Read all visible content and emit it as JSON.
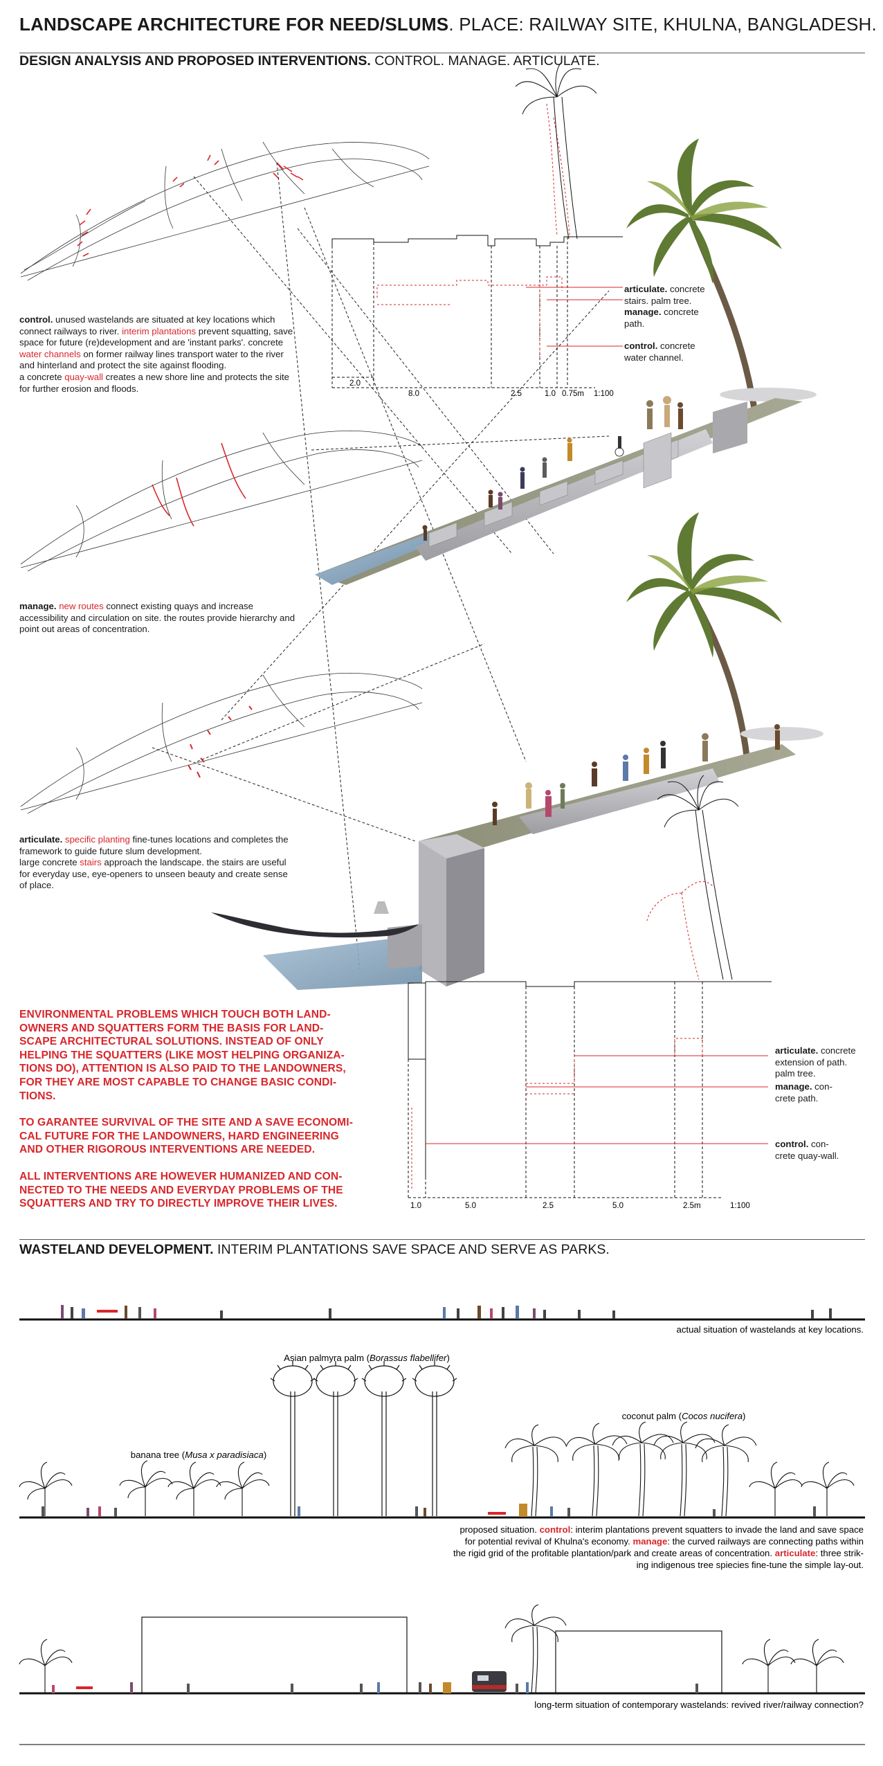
{
  "header": {
    "title_bold": "LANDSCAPE ARCHITECTURE FOR NEED/SLUMS",
    "title_rest": ". PLACE: RAILWAY SITE, KHULNA, BANGLADESH.",
    "subtitle_bold": "DESIGN ANALYSIS AND PROPOSED INTERVENTIONS.",
    "subtitle_rest": " CONTROL. MANAGE. ARTICULATE."
  },
  "control_text": {
    "k": "control.",
    "a": " unused wastelands are situated at key locations which connect railways to river. ",
    "r1": "interim plantations",
    "b": " prevent squatting, save space for future (re)development and are 'instant parks'. concrete ",
    "r2": "water channels",
    "c": " on former railway lines transport water to the river and hinterland and protect the site against flooding.",
    "d": "a concrete ",
    "r3": "quay-wall",
    "e": " creates a new shore line and protects the site for further erosion and floods."
  },
  "manage_text": {
    "k": "manage.",
    "r1": "new routes",
    "a": " connect existing quays and increase accessibility and circulation on site. the routes provide hierarchy and point out areas of concentration."
  },
  "articulate_text": {
    "k": "articulate.",
    "r1": "specific planting",
    "a": " fine-tunes locations and completes the framework to guide future slum development.",
    "b": "large concrete ",
    "r2": "stairs",
    "c": " approach the landscape. the stairs are useful for everyday use, eye-openers to unseen beauty and create sense of place."
  },
  "section1": {
    "articulate_k": "articulate.",
    "articulate_a": " concrete",
    "articulate_b": "stairs. palm tree.",
    "manage_k": "manage.",
    "manage_a": " concrete",
    "manage_b": "path.",
    "control_k": "control.",
    "control_a": " concrete",
    "control_b": "water channel.",
    "dims": [
      "2.0",
      "8.0",
      "2.5",
      "1.0",
      "0.75m",
      "1:100"
    ]
  },
  "section2": {
    "articulate_k": "articulate.",
    "articulate_a": " concrete",
    "articulate_b": "extension of path.",
    "articulate_c": "palm tree.",
    "manage_k": "manage.",
    "manage_a": " con-",
    "manage_b": "crete path.",
    "control_k": "control.",
    "control_a": " con-",
    "control_b": "crete quay-wall.",
    "dims": [
      "1.0",
      "5.0",
      "2.5",
      "5.0",
      "2.5m",
      "1:100"
    ]
  },
  "statement": {
    "p1": [
      "ENVIRONMENTAL PROBLEMS WHICH TOUCH BOTH LAND-",
      "OWNERS AND SQUATTERS FORM THE BASIS FOR LAND-",
      "SCAPE ARCHITECTURAL SOLUTIONS. INSTEAD OF ONLY",
      "HELPING THE SQUATTERS (LIKE MOST HELPING ORGANIZA-",
      "TIONS DO), ATTENTION IS ALSO PAID TO THE LANDOWNERS,",
      "FOR THEY ARE MOST CAPABLE TO CHANGE BASIC CONDI-",
      "TIONS."
    ],
    "p2": [
      "TO GARANTEE SURVIVAL OF THE SITE AND A SAVE ECONOMI-",
      "CAL FUTURE FOR THE LANDOWNERS, HARD ENGINEERING",
      "AND OTHER RIGOROUS INTERVENTIONS ARE NEEDED."
    ],
    "p3": [
      "ALL INTERVENTIONS ARE HOWEVER HUMANIZED AND CON-",
      "NECTED TO THE NEEDS AND EVERYDAY PROBLEMS OF THE",
      "SQUATTERS AND TRY TO DIRECTLY IMPROVE THEIR LIVES."
    ]
  },
  "wasteland": {
    "heading_bold": "WASTELAND DEVELOPMENT.",
    "heading_rest": " INTERIM PLANTATIONS SAVE SPACE AND SERVE AS PARKS.",
    "caption1": "actual situation of wastelands at key locations.",
    "palmyra_a": "Asian palmyra palm (",
    "palmyra_i": "Borassus flabellifer",
    "palmyra_b": ")",
    "coconut_a": "coconut palm (",
    "coconut_i": "Cocos nucifera",
    "coconut_b": ")",
    "banana_a": "banana tree (",
    "banana_i": "Musa x paradisiaca",
    "banana_b": ")",
    "cap2_a": "proposed situation. ",
    "cap2_k1": "control",
    "cap2_b": ": interim plantations prevent squatters to invade the land and save space",
    "cap2_c": "for potential revival of Khulna's economy. ",
    "cap2_k2": "manage",
    "cap2_d": ": the curved railways are connecting paths within",
    "cap2_e": "the rigid grid of the profitable plantation/park and create areas of concentration. ",
    "cap2_k3": "articulate",
    "cap2_f": ": three strik-",
    "cap2_g": "ing indigenous tree spiecies fine-tune the simple lay-out.",
    "caption3": "long-term situation of contemporary wastelands: revived river/railway connection?"
  },
  "colors": {
    "accent_red": "#d8262b",
    "ink": "#1a1a1a",
    "concrete": "#b8b8bc",
    "water": "#8fa9bf"
  }
}
